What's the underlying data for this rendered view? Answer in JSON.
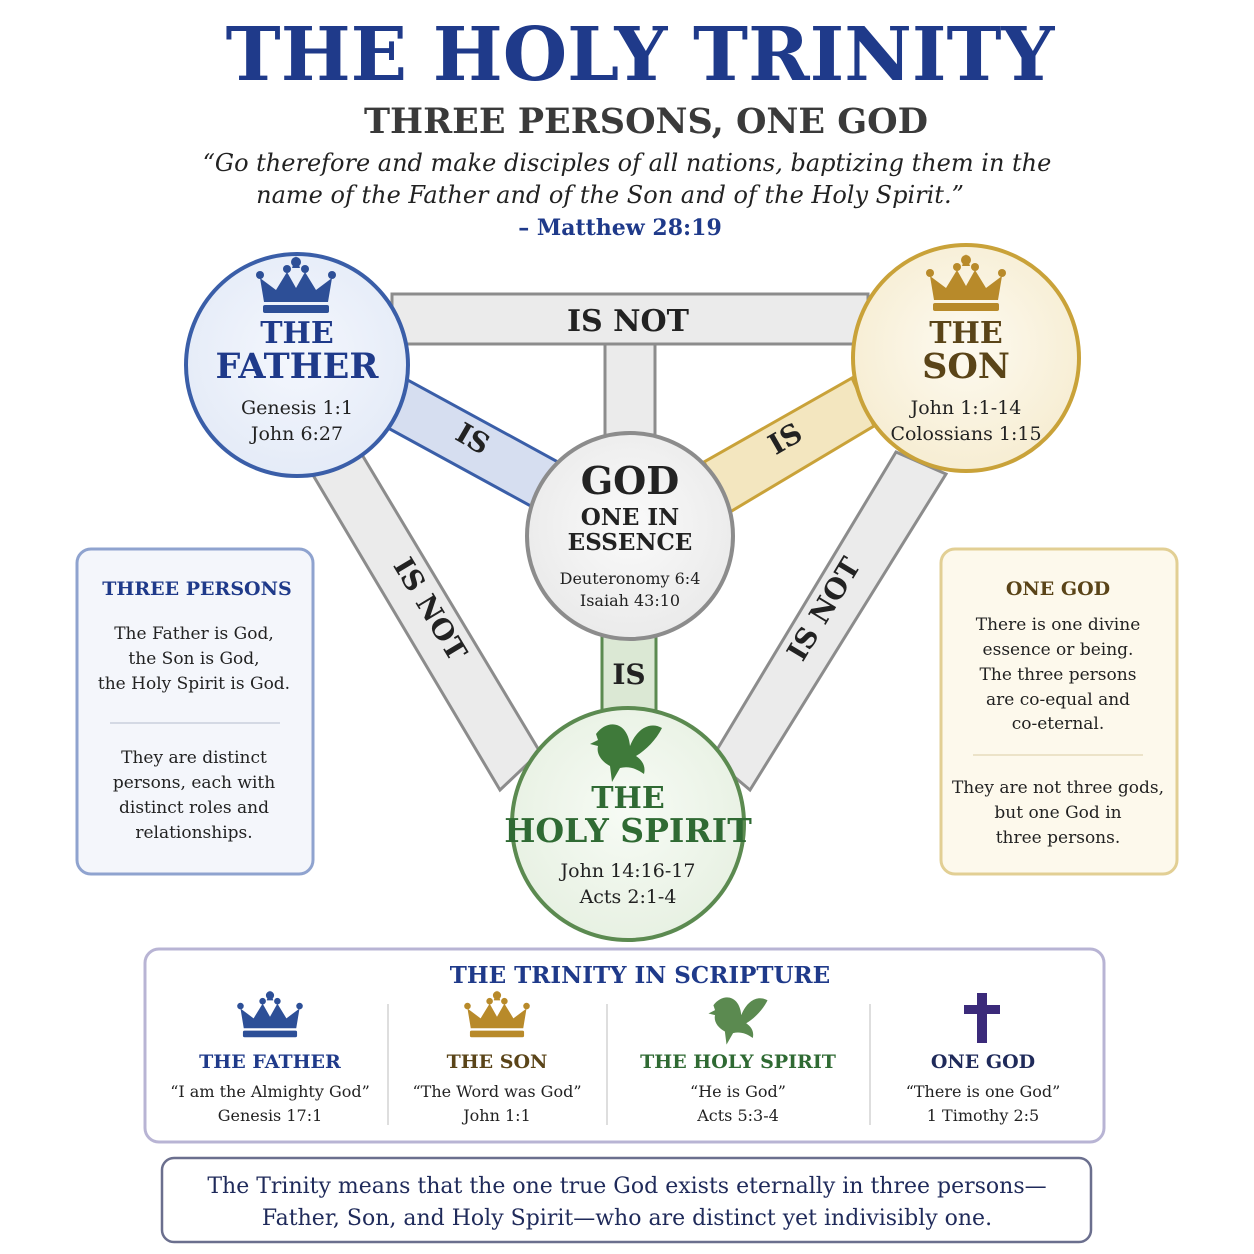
{
  "header": {
    "title": "THE HOLY TRINITY",
    "subtitle": "THREE PERSONS, ONE GOD",
    "quote_line1": "“Go therefore and make disciples of all nations, baptizing them in the",
    "quote_line2": "name of the Father and of the Son and of the Holy Spirit.”",
    "quote_ref": "– Matthew 28:19"
  },
  "diagram": {
    "father": {
      "line1": "THE",
      "line2": "FATHER",
      "ref1": "Genesis 1:1",
      "ref2": "John 6:27",
      "icon": "crown-icon"
    },
    "son": {
      "line1": "THE",
      "line2": "SON",
      "ref1": "John 1:1-14",
      "ref2": "Colossians 1:15",
      "icon": "crown-icon"
    },
    "spirit": {
      "line1": "THE",
      "line2": "HOLY SPIRIT",
      "ref1": "John 14:16-17",
      "ref2": "Acts 2:1-4",
      "icon": "dove-icon"
    },
    "god": {
      "title": "GOD",
      "sub1": "ONE IN",
      "sub2": "ESSENCE",
      "ref1": "Deuteronomy 6:4",
      "ref2": "Isaiah 43:10"
    },
    "links": {
      "is_not": "IS NOT",
      "is": "IS"
    }
  },
  "left_panel": {
    "title": "THREE PERSONS",
    "p1": [
      "The Father is God,",
      "the Son is God,",
      "the Holy Spirit is God."
    ],
    "p2": [
      "They are distinct",
      "persons, each with",
      "distinct roles and",
      "relationships."
    ]
  },
  "right_panel": {
    "title": "ONE GOD",
    "p1": [
      "There is one divine",
      "essence or being.",
      "The three persons",
      "are co-equal and",
      "co-eternal."
    ],
    "p2": [
      "They are not three gods,",
      "but one God in",
      "three persons."
    ]
  },
  "scripture": {
    "title": "THE TRINITY IN SCRIPTURE",
    "columns": [
      {
        "name": "THE FATHER",
        "quote": "“I am the Almighty God”",
        "ref": "Genesis 17:1",
        "icon": "crown-icon"
      },
      {
        "name": "THE SON",
        "quote": "“The Word was God”",
        "ref": "John 1:1",
        "icon": "crown-icon"
      },
      {
        "name": "THE HOLY SPIRIT",
        "quote": "“He is God”",
        "ref": "Acts 5:3-4",
        "icon": "dove-icon"
      },
      {
        "name": "ONE GOD",
        "quote": "“There is one God”",
        "ref": "1 Timothy 2:5",
        "icon": "cross-icon"
      }
    ]
  },
  "footer": {
    "line1": "The Trinity means that the one true God exists eternally in three persons—",
    "line2": "Father, Son, and Holy Spirit—who are distinct yet indivisibly one."
  },
  "colors": {
    "navy": "#1f3a8a",
    "blue": "#3a5ea8",
    "gold": "#c9a239",
    "gold_text": "#5a4418",
    "green": "#5b8a50",
    "green_text": "#2f6a33",
    "gray": "#8c8c8c",
    "purple": "#3b2a7a"
  }
}
